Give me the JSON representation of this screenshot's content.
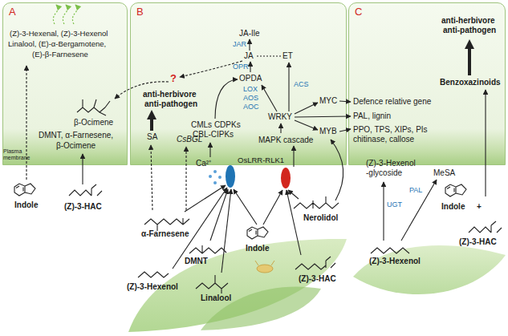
{
  "diagram": {
    "nodes": [
      {
        "text": [
          "A"
        ]
      },
      {
        "text": [
          "B"
        ]
      },
      {
        "text": [
          "C"
        ]
      }
    ],
    "labels": [
      "(Z)-3-Hexenal, (Z)-3-Hexenol",
      "Linalool, (E)-α-Bergamotene,",
      "(E)-β-Farnesene",
      "β-Ocimene",
      "DMNT, α-Farnesene,",
      "β-Ocimene",
      "Plasma membrane",
      "Indole",
      "(Z)-3-HAC",
      "JA-Ile",
      "JAR",
      "OPR",
      "JA",
      "ET",
      "OPDA",
      "LOX",
      "AOS",
      "AOC",
      "ACS",
      "?",
      "anti-herbivore",
      "anti-pathogen",
      "SA",
      "CsBGL",
      "CMLs CDPKs",
      "CBL-CIPKs",
      "Ca²⁺",
      "WRKY",
      "MYC",
      "MYB",
      "MAPK cascade",
      "OsLRR-RLK1",
      "Defence relative gene",
      "PAL, lignin",
      "PPO, TPS, XIPs, PIs",
      "chitinase, callose",
      "anti-herbivore",
      "anti-pathogen",
      "Benzoxazinoids",
      "(Z)-3-Hexenol -glycoside",
      "UGT",
      "MeSA",
      "PAL",
      "α-Farnesene",
      "DMNT",
      "(Z)-3-Hexenol",
      "Linalool",
      "Indole",
      "Nerolidol",
      "(Z)-3-HAC",
      "(Z)-3-Hexenol",
      "Indole",
      "+",
      "(Z)-3-HAC"
    ]
  }
}
